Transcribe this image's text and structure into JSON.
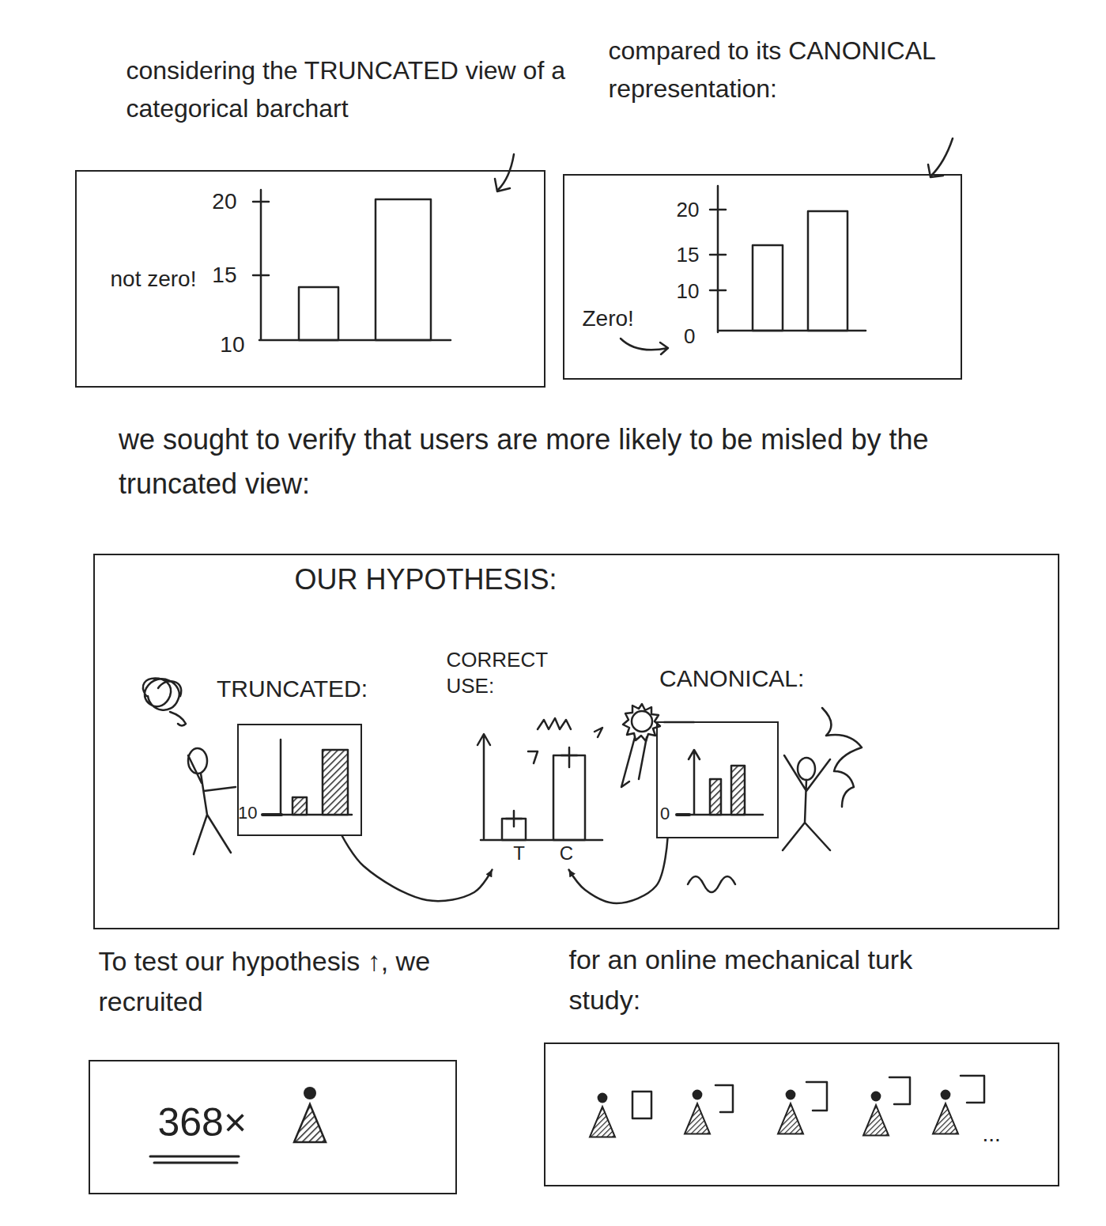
{
  "diagram": {
    "nodes": [
      {
        "text": [
          "considering the TRUNCATED view of a categorical barchart",
          "20",
          "15",
          "10",
          "not zero!"
        ]
      },
      {
        "text": [
          "compared to its CANONICAL representation:",
          "20",
          "15",
          "10",
          "0",
          "Zero!"
        ]
      },
      {
        "text": [
          "OUR HYPOTHESIS:"
        ]
      },
      {
        "text": [
          "TRUNCATED:",
          "10"
        ],
        "in": 2
      },
      {
        "text": [
          "CORRECT USE:",
          "T",
          "C"
        ],
        "in": 2
      },
      {
        "text": [
          "CANONICAL:",
          "0"
        ],
        "in": 2
      },
      {
        "text": [
          "To test our hypothesis ↑, we recruited",
          "368×"
        ]
      },
      {
        "text": [
          "for an online mechanical turk study:",
          "..."
        ]
      }
    ],
    "edges": [
      {
        "from": 3,
        "to": 4,
        "arrow": "to"
      },
      {
        "from": 5,
        "to": 4,
        "arrow": "to"
      }
    ],
    "labels": [
      "we sought to verify that users are more likely to be misled by the truncated view:"
    ]
  }
}
